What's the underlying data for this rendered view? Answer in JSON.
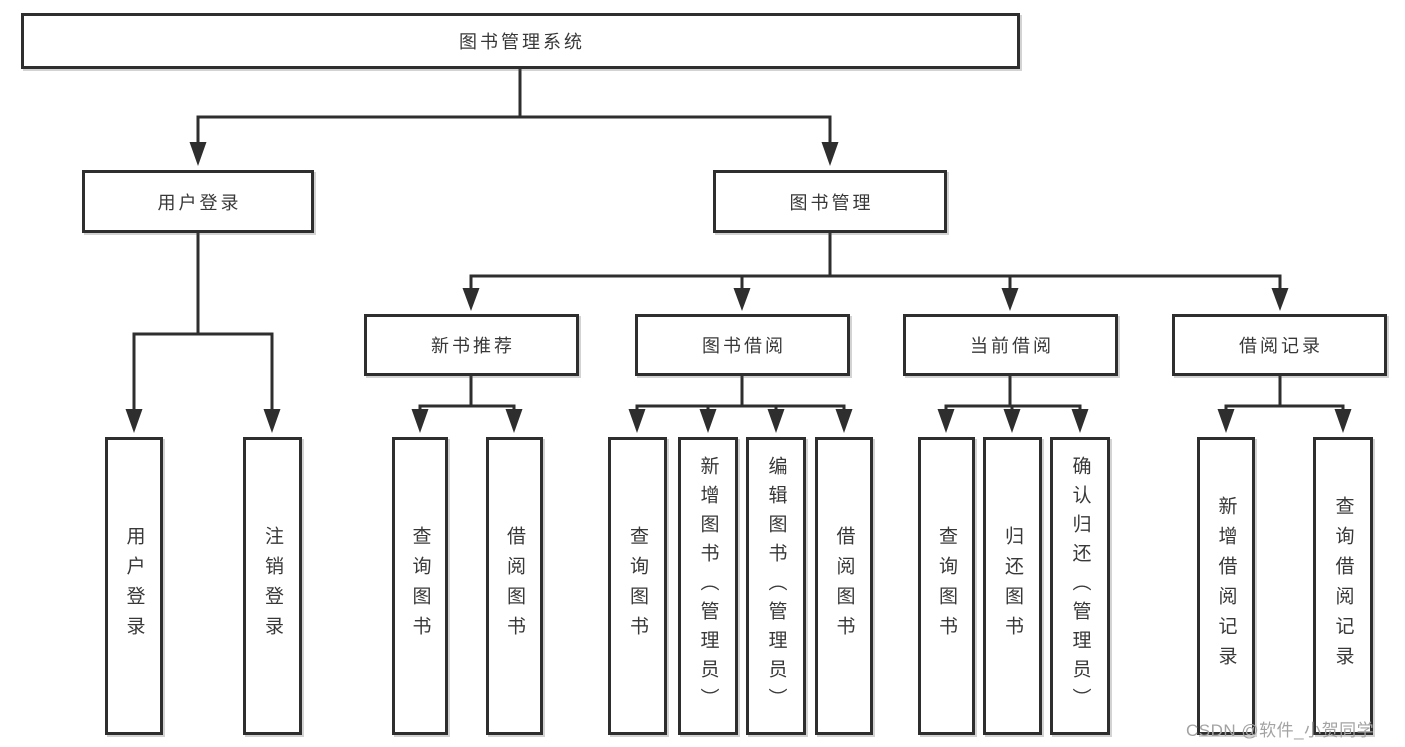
{
  "diagram": {
    "title": "图书管理系统",
    "root": {
      "label": "图书管理系统"
    },
    "level2": [
      {
        "label": "用户登录"
      },
      {
        "label": "图书管理"
      }
    ],
    "level3": [
      {
        "label": "新书推荐",
        "parent": "图书管理"
      },
      {
        "label": "图书借阅",
        "parent": "图书管理"
      },
      {
        "label": "当前借阅",
        "parent": "图书管理"
      },
      {
        "label": "借阅记录",
        "parent": "图书管理"
      }
    ],
    "leaves": [
      {
        "label": "用户登录",
        "parent": "用户登录"
      },
      {
        "label": "注销登录",
        "parent": "用户登录"
      },
      {
        "label": "查询图书",
        "parent": "新书推荐"
      },
      {
        "label": "借阅图书",
        "parent": "新书推荐"
      },
      {
        "label": "查询图书",
        "parent": "图书借阅"
      },
      {
        "label": "新增图书（管理员）",
        "parent": "图书借阅"
      },
      {
        "label": "编辑图书（管理员）",
        "parent": "图书借阅"
      },
      {
        "label": "借阅图书",
        "parent": "图书借阅"
      },
      {
        "label": "查询图书",
        "parent": "当前借阅"
      },
      {
        "label": "归还图书",
        "parent": "当前借阅"
      },
      {
        "label": "确认归还（管理员）",
        "parent": "当前借阅"
      },
      {
        "label": "新增借阅记录",
        "parent": "借阅记录"
      },
      {
        "label": "查询借阅记录",
        "parent": "借阅记录"
      }
    ]
  },
  "watermark": {
    "text": "CSDN @软件_小贺同学"
  },
  "colors": {
    "line": "#2e2e2e",
    "box_border": "#2e2e2e",
    "text": "#383838",
    "watermark_text": "#a3a3a3",
    "background": "#ffffff"
  }
}
